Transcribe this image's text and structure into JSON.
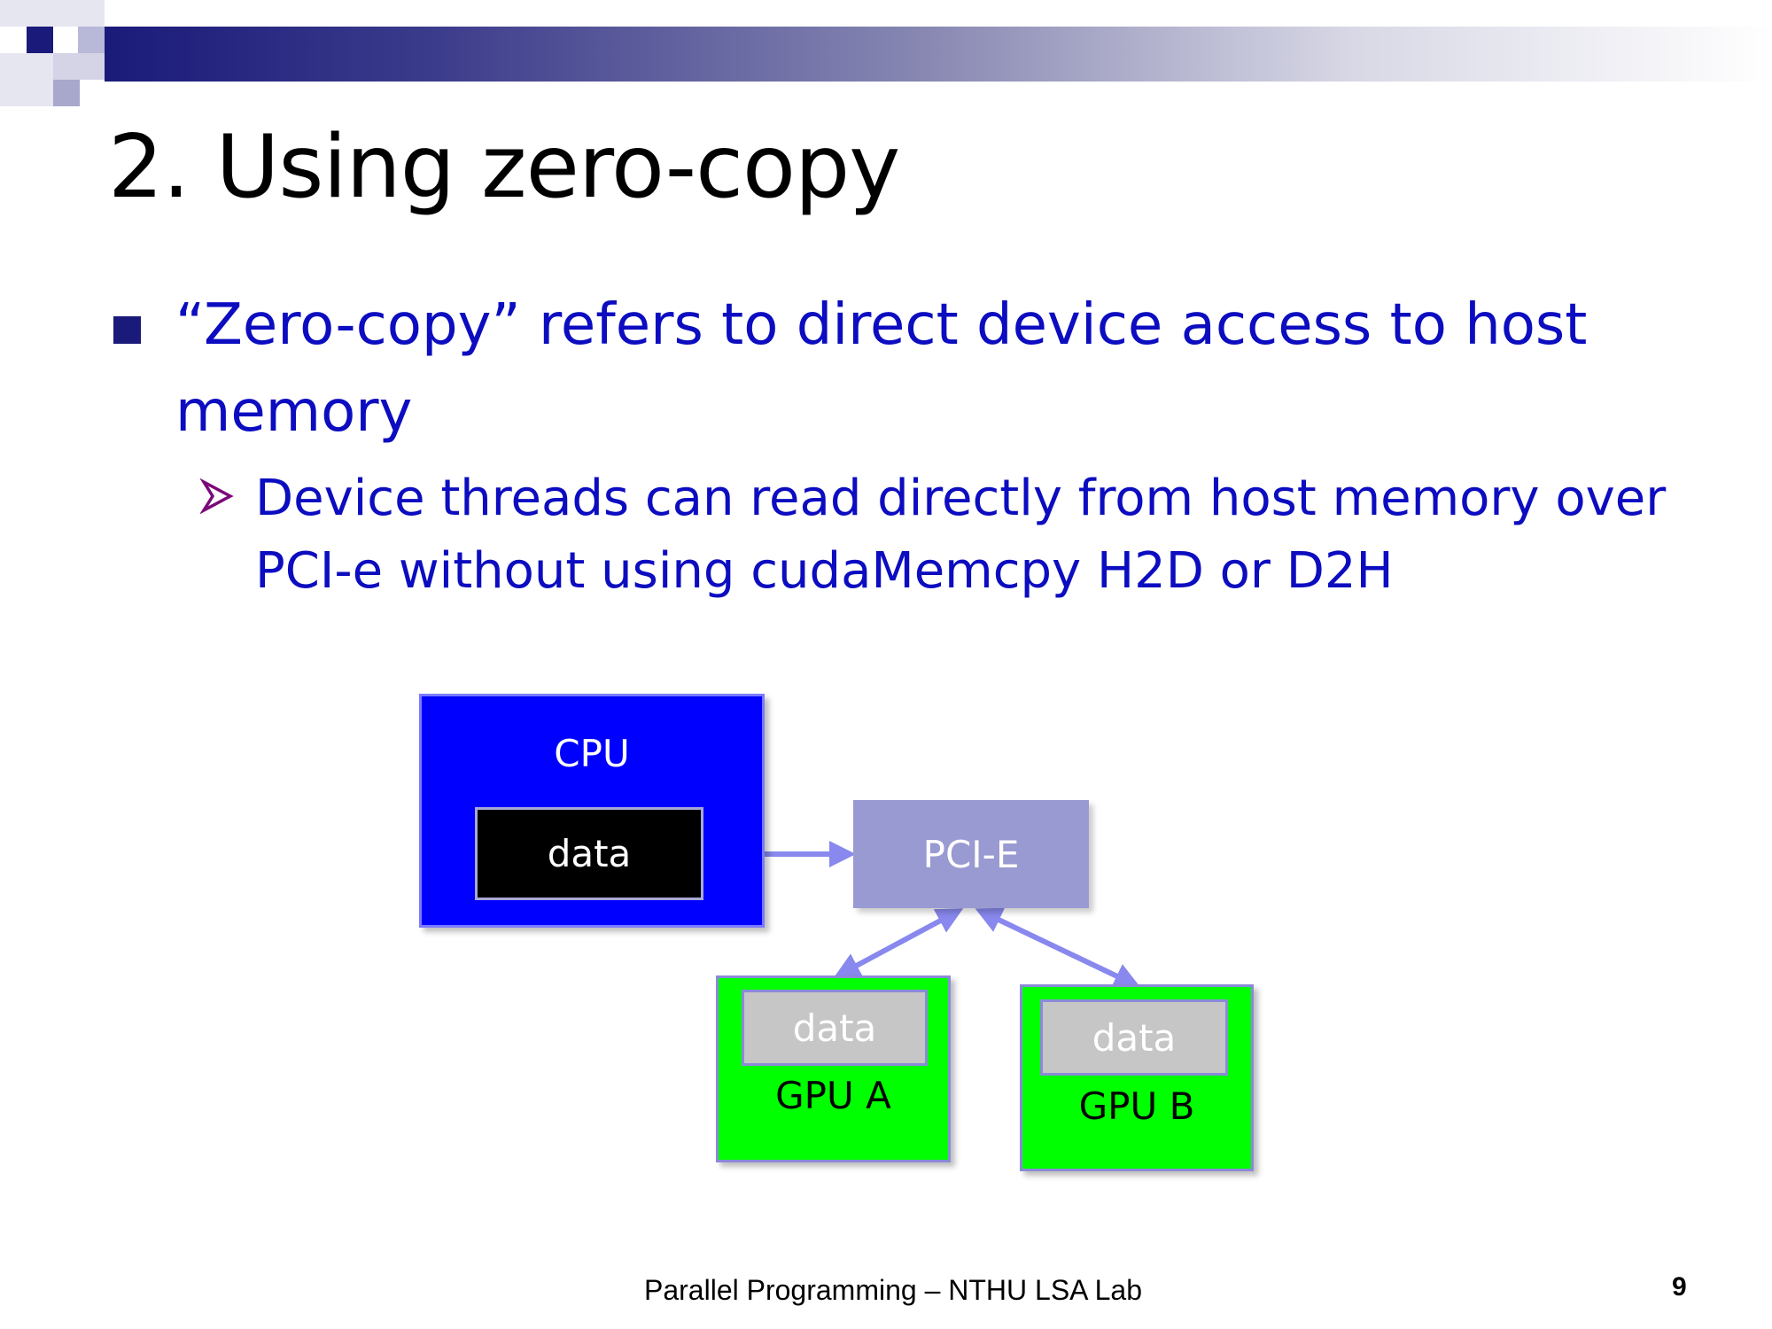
{
  "slide": {
    "title": "2. Using zero-copy",
    "bullet_1": "“Zero-copy” refers to direct device access to host memory",
    "bullet_1_sub": "Device threads can read directly from host memory over PCI-e without using cudaMemcpy H2D or D2H"
  },
  "diagram": {
    "cpu": {
      "label": "CPU",
      "data_label": "data"
    },
    "pcie": {
      "label": "PCI-E"
    },
    "gpu_a": {
      "label": "GPU A",
      "data_label": "data"
    },
    "gpu_b": {
      "label": "GPU B",
      "data_label": "data"
    }
  },
  "footer": {
    "text": "Parallel Programming – NTHU LSA Lab",
    "page_number": "9"
  },
  "colors": {
    "accent_navy": "#1a1a7a",
    "text_blue": "#0c0cc0",
    "cpu_blue": "#0000ff",
    "pcie_lavender": "#9a9ad2",
    "gpu_green": "#00ff00",
    "arrow_periwinkle": "#8888ee"
  }
}
